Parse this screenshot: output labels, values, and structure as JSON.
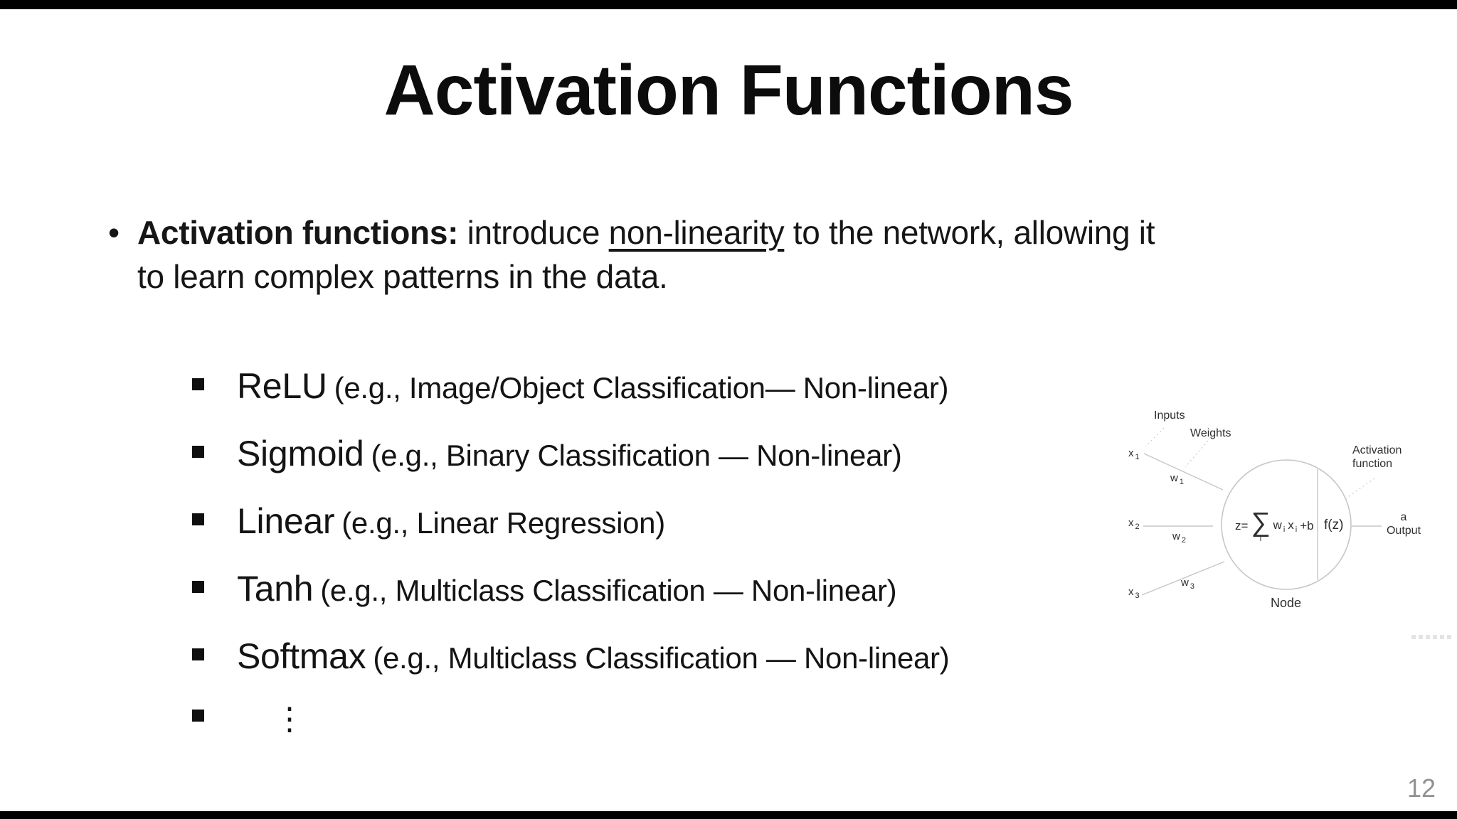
{
  "title": "Activation Functions",
  "intro": {
    "bullet_glyph": "•",
    "bold_lead": "Activation functions:",
    "mid": " introduce ",
    "underlined": "non-linearity",
    "after": " to the network, allowing it",
    "line2": "to learn complex patterns in the data."
  },
  "list": {
    "items": [
      {
        "name": "ReLU",
        "detail": "(e.g., Image/Object Classification— Non-linear)"
      },
      {
        "name": "Sigmoid",
        "detail": "(e.g., Binary Classification — Non-linear)"
      },
      {
        "name": "Linear",
        "detail": "(e.g., Linear Regression)"
      },
      {
        "name": "Tanh",
        "detail": "(e.g., Multiclass Classification — Non-linear)"
      },
      {
        "name": "Softmax",
        "detail": "(e.g., Multiclass Classification — Non-linear)"
      },
      {
        "name": "⋮",
        "detail": ""
      }
    ]
  },
  "diagram": {
    "inputs_label": "Inputs",
    "weights_label": "Weights",
    "activation_line1": "Activation",
    "activation_line2": "function",
    "node_label": "Node",
    "output_var": "a",
    "output_label": "Output",
    "fz": "f(z)",
    "formula": {
      "z": "z=",
      "sigma": "∑",
      "sigma_sub": "i",
      "w": "w",
      "w_sub": "i",
      "x": "x",
      "x_sub": "i",
      "b": "+b"
    },
    "inputs": [
      {
        "var": "x",
        "sub": "1",
        "weight": "w",
        "wsub": "1"
      },
      {
        "var": "x",
        "sub": "2",
        "weight": "w",
        "wsub": "2"
      },
      {
        "var": "x",
        "sub": "3",
        "weight": "w",
        "wsub": "3"
      }
    ]
  },
  "colors": {
    "text": "#161616",
    "diagram_line": "#c6c6c6",
    "diagram_text": "#2e2e2e",
    "page_number": "#8f9193",
    "edge_bar": "#000000",
    "background": "#ffffff"
  },
  "page_number": "12"
}
